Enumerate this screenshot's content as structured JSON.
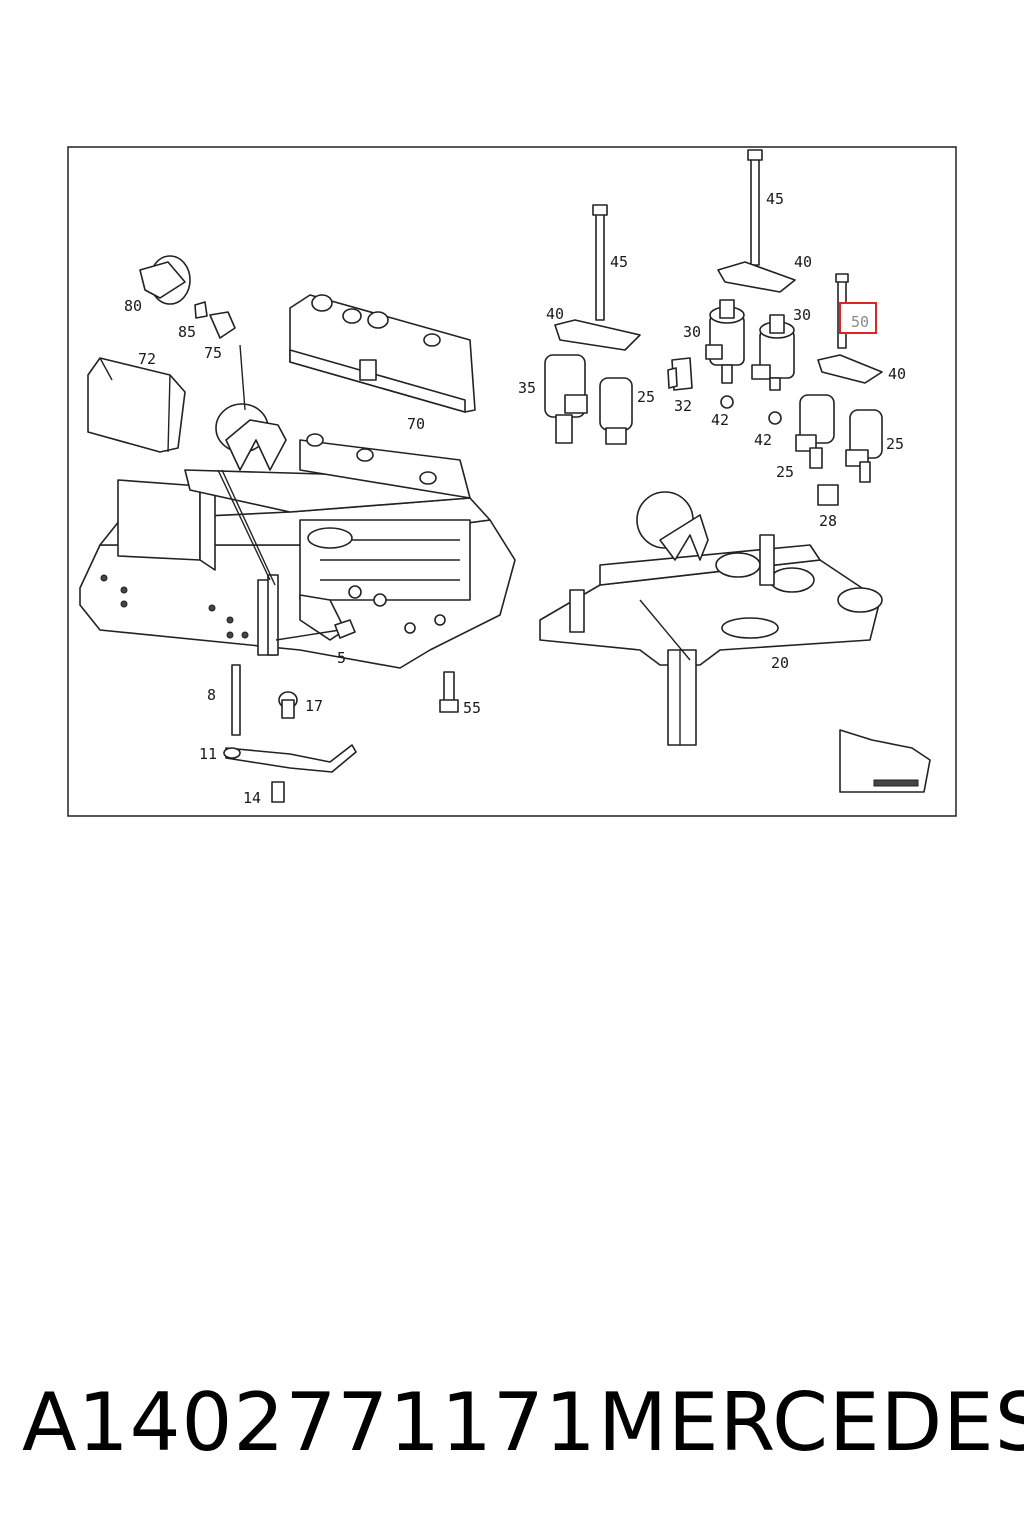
{
  "diagram": {
    "callouts": [
      "80",
      "85",
      "75",
      "72",
      "70",
      "45",
      "45",
      "40",
      "40",
      "40",
      "30",
      "30",
      "50",
      "35",
      "25",
      "32",
      "42",
      "42",
      "25",
      "25",
      "28",
      "5",
      "20",
      "8",
      "17",
      "55",
      "11",
      "14"
    ],
    "highlighted_callout": "50"
  },
  "caption": {
    "part_number": "A1402771171",
    "brand": "MERCEDES"
  }
}
